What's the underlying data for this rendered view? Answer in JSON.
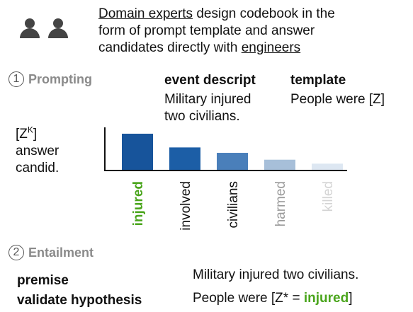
{
  "intro": {
    "experts": "Domain experts",
    "line1_rest": " design codebook in the",
    "line2": "form of prompt template and answer",
    "line3_pre": "candidates directly with ",
    "engineers": "engineers"
  },
  "steps": {
    "prompting": {
      "number": "1",
      "label": "Prompting"
    },
    "entailment": {
      "number": "2",
      "label": "Entailment"
    }
  },
  "columns": {
    "event_header": "event descript",
    "template_header": "template",
    "event_line1": "Military injured",
    "event_line2": "two civilians.",
    "template_text": "People were [Z]"
  },
  "answer_label": {
    "z": "[Z",
    "sup": "K",
    "close": "]",
    "line2": "answer",
    "line3": "candid."
  },
  "chart_data": {
    "type": "bar",
    "categories": [
      "injured",
      "involved",
      "civilians",
      "harmed",
      "killed"
    ],
    "values": [
      1.0,
      0.62,
      0.47,
      0.28,
      0.17
    ],
    "colors": [
      "#17549b",
      "#1c5ea6",
      "#4a7fba",
      "#a7bfd9",
      "#dde7f2"
    ],
    "label_colors": [
      "#4aa51c",
      "#111111",
      "#111111",
      "#9a9a9a",
      "#d4d4d4"
    ]
  },
  "entailment": {
    "premise_label": "premise",
    "premise_text": "Military injured two civilians.",
    "hypothesis_label": "validate hypothesis",
    "hypothesis_pre": "People were [Z* = ",
    "hypothesis_answer": "injured",
    "hypothesis_post": "]"
  }
}
